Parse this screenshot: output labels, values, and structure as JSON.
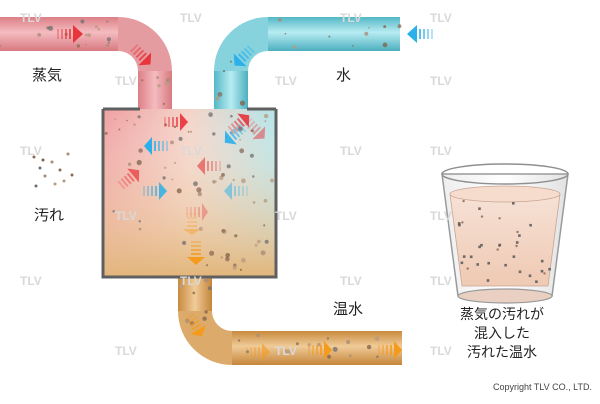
{
  "labels": {
    "steam": "蒸気",
    "water": "水",
    "dirt": "汚れ",
    "hot_water": "温水"
  },
  "caption": {
    "line1": "蒸気の汚れが",
    "line2": "混入した",
    "line3": "汚れた温水"
  },
  "watermark": "TLV",
  "copyright": "Copyright TLV CO., LTD.",
  "colors": {
    "steam": "#e8979b",
    "water": "#7fd0dc",
    "hot_water": "#d9a865",
    "tank_outline": "#5f5f5f",
    "steam_arrow": "#e8343b",
    "water_arrow": "#2bb0ea",
    "hot_arrow": "#f49b1e"
  },
  "icons": [
    "steam-arrow-icon",
    "water-arrow-icon",
    "hot-water-arrow-icon",
    "glass-icon",
    "dirt-particle-icon"
  ]
}
